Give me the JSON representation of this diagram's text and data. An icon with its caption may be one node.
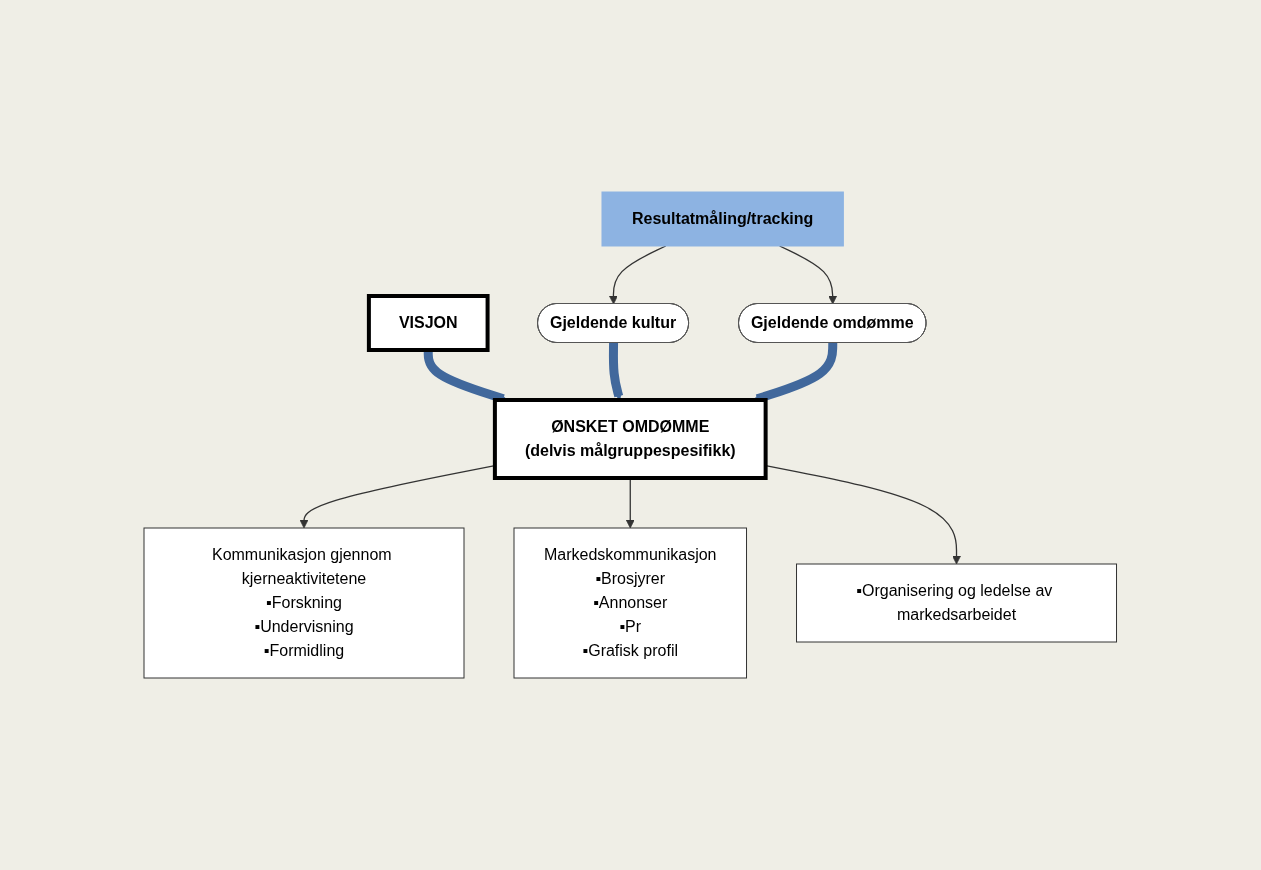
{
  "diagram": {
    "nodes": [
      {
        "text": [
          "VISJON"
        ]
      },
      {
        "text": [
          "ØNSKET OMDØMME",
          "(delvis målgruppespesifikk)"
        ]
      },
      {
        "text": [
          "Gjeldende kultur"
        ]
      },
      {
        "text": [
          "Gjeldende omdømme"
        ]
      },
      {
        "text": [
          "Kommunikasjon gjennom kjerneaktivitetene",
          "▪Forskning",
          "▪Undervisning",
          "▪Formidling"
        ]
      },
      {
        "text": [
          "Markedskommunikasjon",
          "▪Brosjyrer",
          "▪Annonser",
          "▪Pr",
          "▪Grafisk profil"
        ]
      },
      {
        "text": [
          "▪Organisering og ledelse av markedsarbeidet"
        ]
      },
      {
        "text": [
          "Resultatmåling/tracking"
        ]
      }
    ],
    "edges": [
      {
        "from": 0,
        "to": 1,
        "arrow": "to",
        "style": "thick",
        "color": "#41689c"
      },
      {
        "from": 2,
        "to": 1,
        "arrow": "to",
        "style": "thick",
        "color": "#41689c"
      },
      {
        "from": 3,
        "to": 1,
        "arrow": "to",
        "style": "thick",
        "color": "#41689c"
      },
      {
        "from": 1,
        "to": 4,
        "arrow": "to"
      },
      {
        "from": 1,
        "to": 5,
        "arrow": "to"
      },
      {
        "from": 1,
        "to": 6,
        "arrow": "to"
      },
      {
        "from": 7,
        "to": 2,
        "arrow": "to"
      },
      {
        "from": 7,
        "to": 3,
        "arrow": "to"
      }
    ]
  }
}
